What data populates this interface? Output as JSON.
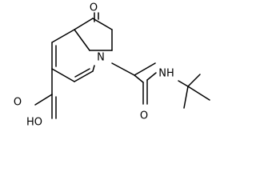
{
  "molecule": {
    "atoms": {
      "ring_oxygen": "O",
      "ring_nitrogen": "N",
      "amide_oxygen": "O",
      "amide_nh": "NH",
      "acid_oh": "HO",
      "acid_oxygen": "O"
    }
  }
}
